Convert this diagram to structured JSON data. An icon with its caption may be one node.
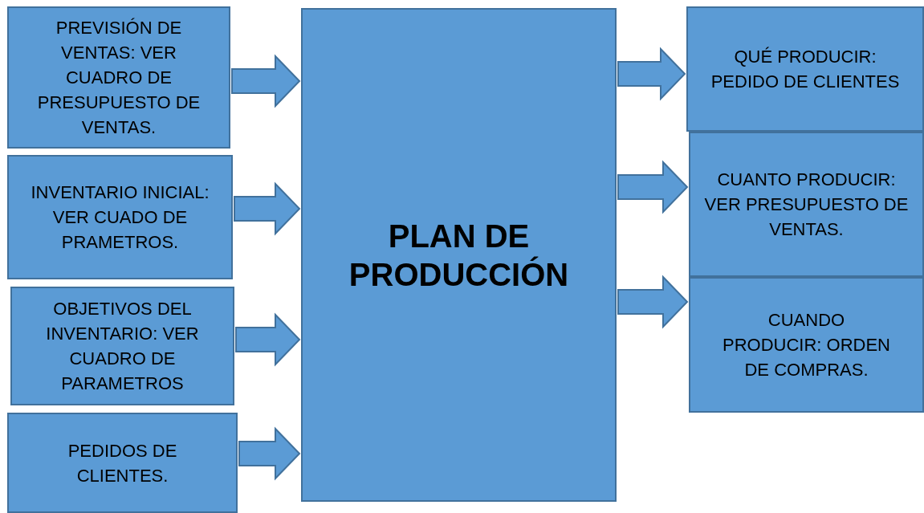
{
  "diagram": {
    "nodes": [
      {
        "text": [
          "PREVISIÓN DE VENTAS: VER CUADRO DE PRESUPUESTO DE VENTAS."
        ]
      },
      {
        "text": [
          "INVENTARIO INICIAL: VER CUADO DE PRAMETROS."
        ]
      },
      {
        "text": [
          "OBJETIVOS DEL INVENTARIO: VER CUADRO DE PARAMETROS"
        ]
      },
      {
        "text": [
          "PEDIDOS DE CLIENTES."
        ]
      },
      {
        "text": [
          "PLAN DE PRODUCCIÓN"
        ]
      },
      {
        "text": [
          "QUÉ PRODUCIR: PEDIDO DE CLIENTES"
        ]
      },
      {
        "text": [
          "CUANTO PRODUCIR: VER PRESUPUESTO DE VENTAS."
        ]
      },
      {
        "text": [
          "CUANDO PRODUCIR: ORDEN DE COMPRAS."
        ]
      }
    ],
    "edges": [
      {
        "from": 0,
        "to": 4,
        "arrow": "to"
      },
      {
        "from": 1,
        "to": 4,
        "arrow": "to"
      },
      {
        "from": 2,
        "to": 4,
        "arrow": "to"
      },
      {
        "from": 3,
        "to": 4,
        "arrow": "to"
      },
      {
        "from": 4,
        "to": 5,
        "arrow": "to"
      },
      {
        "from": 4,
        "to": 6,
        "arrow": "to"
      },
      {
        "from": 4,
        "to": 7,
        "arrow": "to"
      }
    ]
  }
}
